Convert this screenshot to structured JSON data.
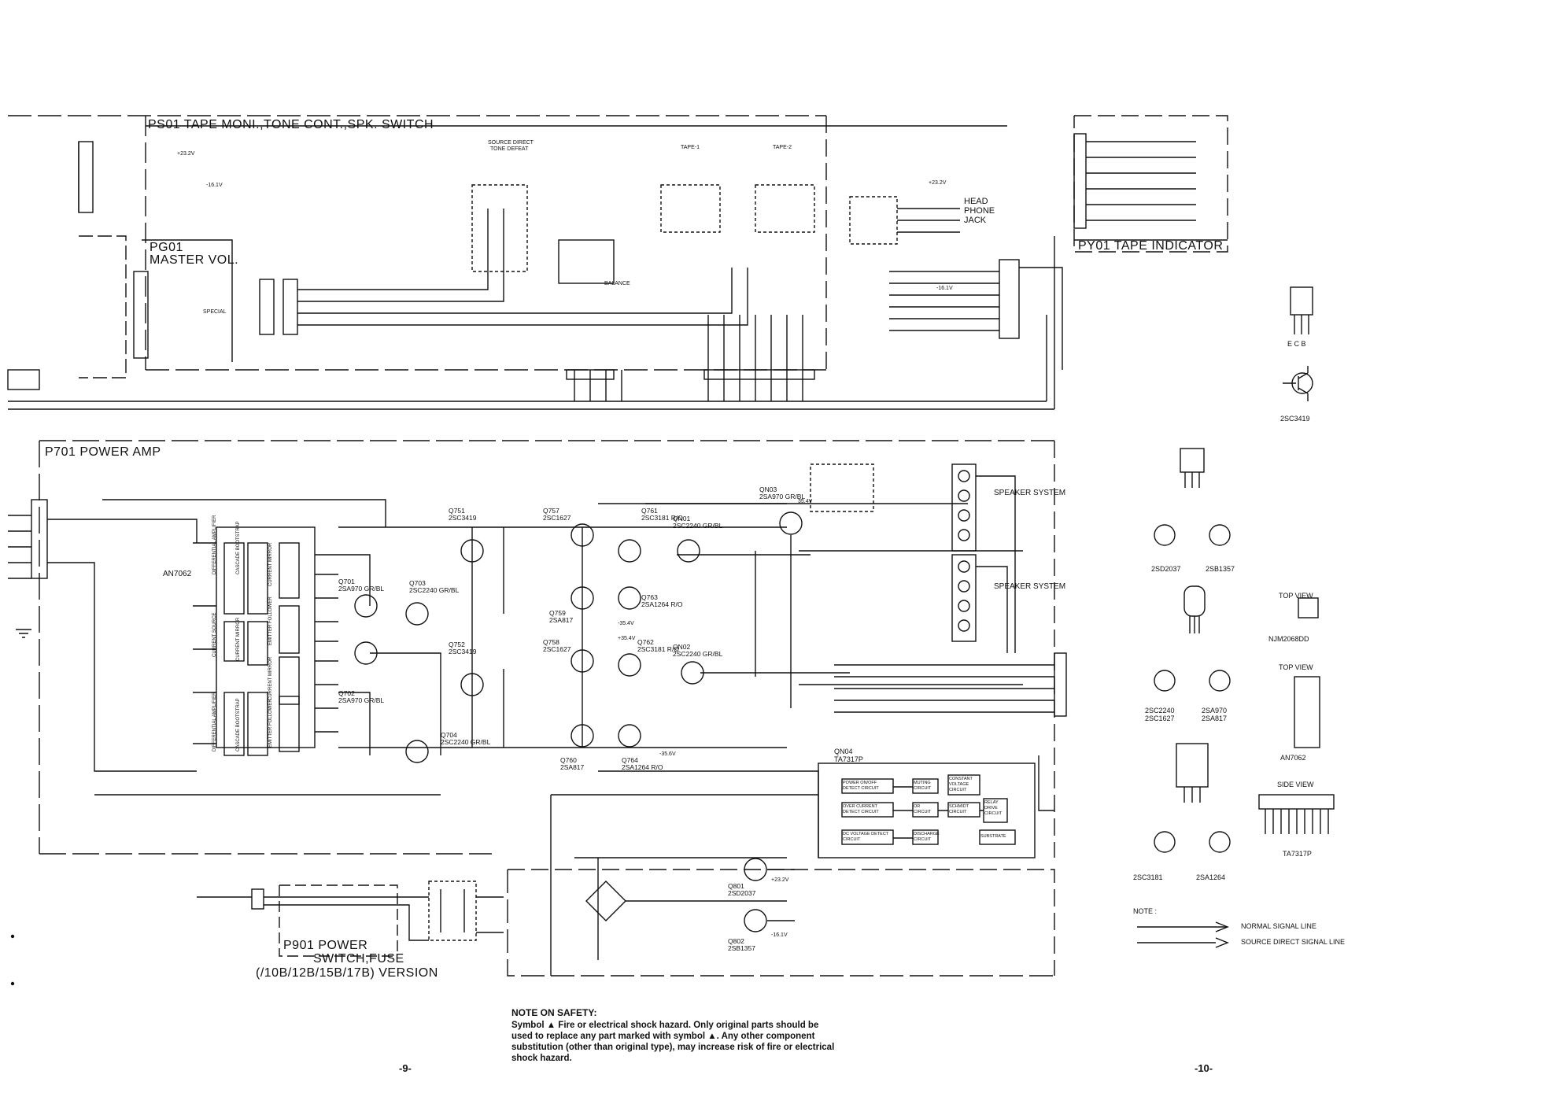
{
  "sections": {
    "ps01": "PS01  TAPE MONI.,TONE CONT.,SPK. SWITCH",
    "pg01_line1": "PG01",
    "pg01_line2": "MASTER VOL.",
    "py01": "PY01  TAPE INDICATOR",
    "p701": "P701  POWER AMP",
    "p901_line1": "P901  POWER",
    "p901_line2": "SWITCH,FUSE",
    "p901_version": "(/10B/12B/15B/17B) VERSION"
  },
  "labels": {
    "head_phone_1": "HEAD",
    "head_phone_2": "PHONE",
    "head_phone_3": "JACK",
    "speaker_system_a": "SPEAKER SYSTEM",
    "speaker_system_b": "SPEAKER SYSTEM",
    "source_direct": "SOURCE DIRECT",
    "tone_defeat": "TONE DEFEAT",
    "tape1": "TAPE-1",
    "tape2": "TAPE-2",
    "ic_an7062": "AN7062",
    "ic_ta7317p": "TA7317P",
    "qn04": "QN04",
    "balance": "BALANCE",
    "special": "SPECIAL"
  },
  "ta7317p_blocks": [
    "POWER ON/OFF DETECT CIRCUIT",
    "OVER CURRENT DETECT CIRCUIT",
    "DC VOLTAGE DETECT CIRCUIT",
    "MUTING CIRCUIT",
    "OR CIRCUIT",
    "DISCHARGE CIRCUIT",
    "CONSTANT VOLTAGE CIRCUIT",
    "SCHMIDT CIRCUIT",
    "RELAY DRIVE CIRCUIT",
    "SUBSTRATE"
  ],
  "an7062_blocks": [
    "DIFFERENTIAL AMPLIFIER",
    "CASCADE BOOTSTRAP",
    "CURRENT MIRROR",
    "EMITTER FOLLOWER",
    "CURRENT SOURCE",
    "CURRENT MIRROR",
    "DIFFERENTIAL AMPLIFIER",
    "CASCADE BOOTSTRAP",
    "CURRENT MIRROR",
    "EMITTER FOLLOWER"
  ],
  "transistors": [
    {
      "ref": "Q751",
      "part": "2SC3419"
    },
    {
      "ref": "Q752",
      "part": "2SC3419"
    },
    {
      "ref": "Q757",
      "part": "2SC1627"
    },
    {
      "ref": "Q758",
      "part": "2SC1627"
    },
    {
      "ref": "Q759",
      "part": "2SA817"
    },
    {
      "ref": "Q760",
      "part": "2SA817"
    },
    {
      "ref": "Q761",
      "part": "2SC3181 R/O"
    },
    {
      "ref": "Q762",
      "part": "2SC3181 R/O"
    },
    {
      "ref": "Q763",
      "part": "2SA1264 R/O"
    },
    {
      "ref": "Q764",
      "part": "2SA1264 R/O"
    },
    {
      "ref": "QN01",
      "part": "2SC2240 GR/BL"
    },
    {
      "ref": "QN02",
      "part": "2SC2240 GR/BL"
    },
    {
      "ref": "QN03",
      "part": "2SA970 GR/BL"
    },
    {
      "ref": "Q701",
      "part": "2SA970 GR/BL"
    },
    {
      "ref": "Q702",
      "part": "2SA970 GR/BL"
    },
    {
      "ref": "Q703",
      "part": "2SC2240 GR/BL"
    },
    {
      "ref": "Q704",
      "part": "2SC2240 GR/BL"
    },
    {
      "ref": "Q801",
      "part": "2SD2037"
    },
    {
      "ref": "Q802",
      "part": "2SB1357"
    }
  ],
  "legend_parts": [
    {
      "name": "2SC3419",
      "pins": "E C B"
    },
    {
      "name": "2SD2037",
      "pins": ""
    },
    {
      "name": "2SB1357",
      "pins": ""
    },
    {
      "name": "NJM2068DD",
      "view": "TOP VIEW"
    },
    {
      "name": "2SC2240 2SC1627",
      "pins": ""
    },
    {
      "name": "2SA970 2SA817",
      "pins": ""
    },
    {
      "name": "AN7062",
      "view": "TOP VIEW"
    },
    {
      "name": "TA7317P",
      "view": "SIDE VIEW"
    },
    {
      "name": "2SC3181",
      "pins": ""
    },
    {
      "name": "2SA1264",
      "pins": ""
    }
  ],
  "legend_views": {
    "top_view_1": "TOP VIEW",
    "top_view_2": "TOP VIEW",
    "side_view": "SIDE VIEW"
  },
  "note_lines": {
    "title": "NOTE :",
    "normal": "NORMAL SIGNAL LINE",
    "source_direct": "SOURCE DIRECT SIGNAL LINE"
  },
  "safety": {
    "title": "NOTE ON SAFETY:",
    "body": "Symbol ▲ Fire or electrical shock hazard. Only original parts should be used to replace any part marked with symbol ▲. Any other component substitution (other than original type), may increase risk of fire or electrical shock hazard."
  },
  "pages": {
    "left": "-9-",
    "right": "-10-"
  },
  "voltages": [
    "+23.2V",
    "-16.1V",
    "+35.4V",
    "-35.4V",
    "35.4V",
    "-35.6V"
  ]
}
